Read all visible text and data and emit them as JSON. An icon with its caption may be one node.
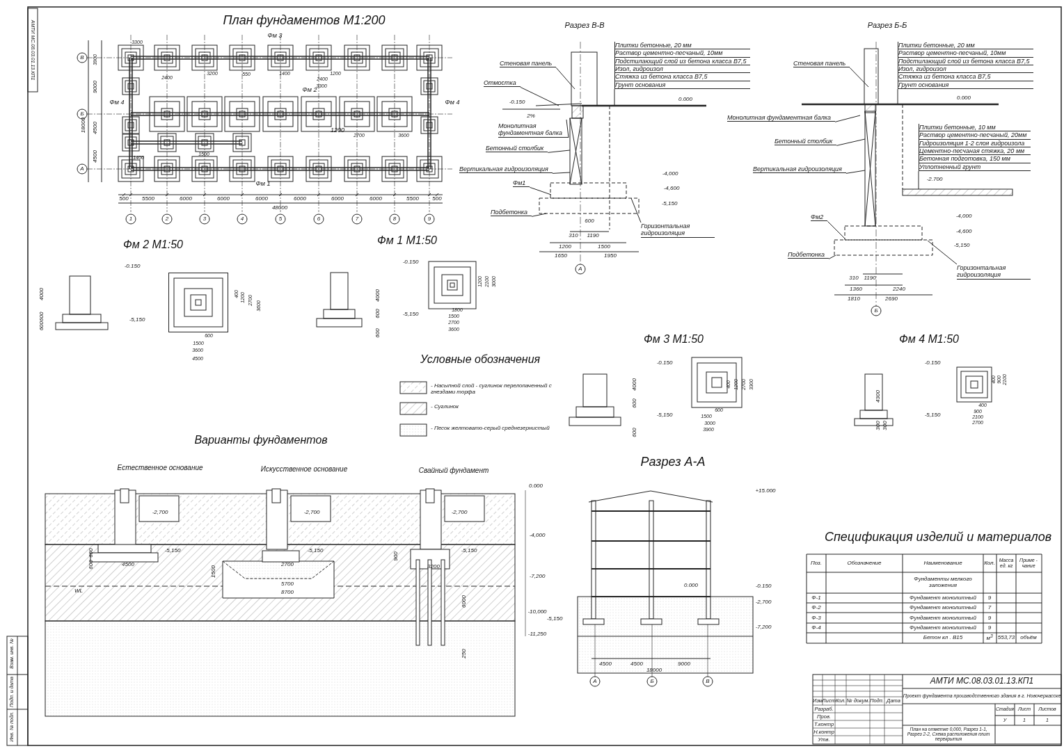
{
  "diagram": {
    "nodes": [
      {
        "text": [
          "Стеновая панель"
        ]
      },
      {
        "text": [
          "Отмостка"
        ]
      },
      {
        "text": [
          "Монолитная фундаментная балка"
        ]
      },
      {
        "text": [
          "Бетонный столбик"
        ]
      },
      {
        "text": [
          "Вертикальная гидроизоляция"
        ]
      },
      {
        "text": [
          "Фм1"
        ]
      },
      {
        "text": [
          "Подбетонка"
        ]
      },
      {
        "text": [
          "Горизонтальная гидроизоляция"
        ]
      },
      {
        "text": [
          "Плитки бетонные, 20 мм",
          "Раствор цементно-песчаный, 10мм",
          "Подстилающий слой из бетона класса В7,5",
          "Изол, гидроизол",
          "Стяжка из бетона класса В7,5",
          "Грунт основания"
        ]
      },
      {
        "text": [
          "Стеновая панель"
        ]
      },
      {
        "text": [
          "Монолитная фундаментная балка"
        ]
      },
      {
        "text": [
          "Бетонный столбик"
        ]
      },
      {
        "text": [
          "Вертикальная гидроизоляция"
        ]
      },
      {
        "text": [
          "Фм2"
        ]
      },
      {
        "text": [
          "Подбетонка"
        ]
      },
      {
        "text": [
          "Горизонтальная гидроизоляция"
        ]
      },
      {
        "text": [
          "Плитки бетонные, 20 мм",
          "Раствор цементно-песчаный, 10мм",
          "Подстилающий слой из бетона класса В7,5",
          "Изол, гидроизол",
          "Стяжка из бетона класса В7,5",
          "Грунт основания"
        ]
      },
      {
        "text": [
          "Плитки бетонные, 10 мм",
          "Раствор цементно-песчаный, 20мм",
          "Гидроизоляция 1-2 слоя гидроизола",
          "Цементно-песчаная стяжка, 20 мм",
          "Бетонная подготовка, 150 мм",
          "Уплотненный грунт"
        ]
      }
    ],
    "edges": [
      {
        "from": 0,
        "to": null,
        "arrow": "none"
      },
      {
        "from": 1,
        "to": null,
        "arrow": "none"
      },
      {
        "from": 2,
        "to": null,
        "arrow": "none"
      },
      {
        "from": 3,
        "to": null,
        "arrow": "none"
      },
      {
        "from": 4,
        "to": null,
        "arrow": "none"
      },
      {
        "from": 5,
        "to": null,
        "arrow": "none"
      },
      {
        "from": 6,
        "to": null,
        "arrow": "none"
      },
      {
        "from": 7,
        "to": null,
        "arrow": "none"
      },
      {
        "from": 8,
        "to": null,
        "arrow": "none"
      },
      {
        "from": 9,
        "to": null,
        "arrow": "none"
      },
      {
        "from": 10,
        "to": null,
        "arrow": "none"
      },
      {
        "from": 11,
        "to": null,
        "arrow": "none"
      },
      {
        "from": 12,
        "to": null,
        "arrow": "none"
      },
      {
        "from": 13,
        "to": null,
        "arrow": "none"
      },
      {
        "from": 14,
        "to": null,
        "arrow": "none"
      },
      {
        "from": 15,
        "to": null,
        "arrow": "none"
      },
      {
        "from": 16,
        "to": null,
        "arrow": "none"
      },
      {
        "from": 17,
        "to": null,
        "arrow": "none"
      }
    ],
    "labels": [
      "План фундаментов М1:200",
      "АМТИ МС.08.03.01.13.КП1",
      "Фм 3",
      "Фм 2",
      "Фм 4",
      "Фм 4",
      "Фм 1",
      "В",
      "Б",
      "А",
      "3900",
      "9000",
      "18000",
      "4500",
      "4500",
      "500",
      "5500",
      "6000",
      "6000",
      "6000",
      "6000",
      "6000",
      "6000",
      "5500",
      "500",
      "48000",
      "1",
      "2",
      "3",
      "4",
      "5",
      "6",
      "7",
      "8",
      "9",
      "3300",
      "2400",
      "3200",
      "550",
      "1400",
      "2400",
      "3300",
      "1200",
      "1200",
      "2700",
      "3600",
      "1500",
      "1400",
      "Фм 2 М1:50",
      "-0.150",
      "-5,150",
      "4000",
      "600600",
      "400",
      "1200",
      "2700",
      "3600",
      "600",
      "1500",
      "3600",
      "4500",
      "Фм 1 М1:50",
      "-0.150",
      "-5,150",
      "4000",
      "600",
      "600",
      "1200",
      "2100",
      "3000",
      "1800",
      "1500",
      "2700",
      "3600",
      "Разрез В-В",
      "-0.150",
      "2%",
      "0.000",
      "-4,000",
      "-4,600",
      "-5,150",
      "600",
      "310",
      "1190",
      "1200",
      "1500",
      "1650",
      "1950",
      "А",
      "Разрез Б-Б",
      "0.000",
      "-2.700",
      "-4,000",
      "-4,600",
      "-5,150",
      "310",
      "1190",
      "1360",
      "2240",
      "1810",
      "2690",
      "Б",
      "Фм 3 М1:50",
      "-0.150",
      "-5,150",
      "4000",
      "600",
      "600",
      "400",
      "1200",
      "2700",
      "3300",
      "600",
      "1500",
      "3000",
      "3900",
      "Фм 4 М1:50",
      "-0.150",
      "-5,150",
      "4300",
      "300",
      "300",
      "400",
      "900",
      "2100",
      "400",
      "900",
      "2100",
      "2700",
      "Условные обозначения",
      "Варианты фундаментов",
      "Естественное основание",
      "Искусственное основание",
      "Свайный фундамент",
      "0.000",
      "-4,000",
      "-7,200",
      "-10,000",
      "-11,250",
      "-2,700",
      "-2,700",
      "-2,700",
      "-5,150",
      "-5,150",
      "-5,150",
      "600",
      "600",
      "4500",
      "1500",
      "2700",
      "5700",
      "8700",
      "900",
      "3200",
      "6000",
      "250",
      "WL",
      "Разрез А-А",
      "+15.000",
      "0.000",
      "-0.150",
      "-2,700",
      "-5,150",
      "-7,200",
      "4500",
      "4500",
      "9000",
      "18000",
      "А",
      "Б",
      "В",
      "Спецификация изделий и материалов",
      "Поз.",
      "Обозначение",
      "Наименование",
      "Кол.",
      "Масса ед. кг",
      "Приме - чание",
      "Фундаменты мелкого заложения",
      "Ф-1",
      "Фундамент монолитный",
      "9",
      "Ф-2",
      "Фундамент монолитный",
      "7",
      "Ф-3",
      "Фундамент монолитный",
      "9",
      "Ф-4",
      "Фундамент монолитный",
      "9",
      "Бетон кл . В15",
      "м$^{3}$",
      "553,73",
      "объём",
      "АМТИ МС.08.03.01.13.КП1",
      "Проект фундамента производственного здания в г. Новочеркасске",
      "Изм",
      "Лист",
      "Кол.",
      "№ докум.",
      "Подп.",
      "Дата",
      "Разраб.",
      "Пров.",
      "Т.контр",
      "Н.контр",
      "Утв.",
      "Стадия",
      "Лист",
      "Листов",
      "У",
      "1",
      "1",
      "План на отметке 0,000, Разрез 1-1, Разрез 2-2, Схема расположения плит перекрытия",
      "Взам. инв. №",
      "Подп. и дата",
      "Инв. № подл."
    ],
    "legend": [
      {
        "text": "- Насыпной слой - суглинок перелопаченный с гнездами торфа"
      },
      {
        "text": "- Суглинок"
      },
      {
        "text": "- Песок желтовато-серый среднезернистый"
      }
    ]
  }
}
